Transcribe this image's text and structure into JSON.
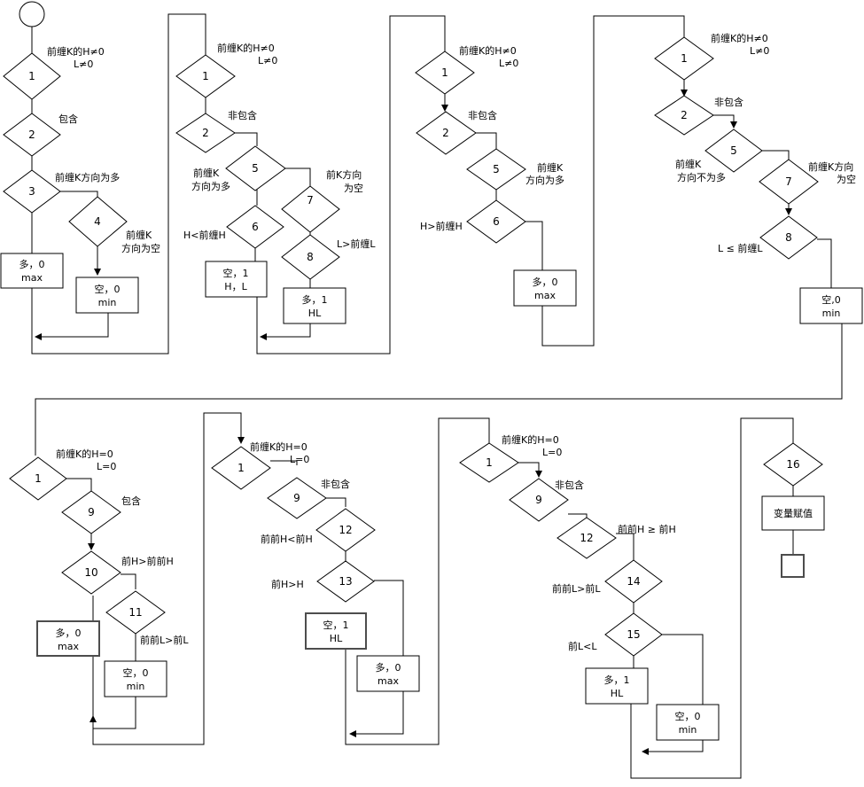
{
  "diagram": {
    "col1": {
      "labels": [
        "前缠K的H≠0",
        "L≠0",
        "包含",
        "前缠K方向为多",
        "前缠K",
        "方向为空"
      ],
      "decisions": [
        "1",
        "2",
        "3",
        "4"
      ],
      "boxes": [
        [
          "多，0",
          "max"
        ],
        [
          "空，0",
          "min"
        ]
      ]
    },
    "col2": {
      "labels": [
        "前缠K的H≠0",
        "L≠0",
        "非包含",
        "前缠K",
        "方向为多",
        "前K方向",
        "为空",
        "H<前缠H",
        "L>前缠L"
      ],
      "decisions": [
        "1",
        "2",
        "5",
        "7",
        "6",
        "8"
      ],
      "boxes": [
        [
          "空，1",
          "H，L"
        ],
        [
          "多，1",
          "HL"
        ]
      ]
    },
    "col3": {
      "labels": [
        "前缠K的H≠0",
        "L≠0",
        "非包含",
        "前缠K",
        "方向为多",
        "H>前缠H"
      ],
      "decisions": [
        "1",
        "2",
        "5",
        "6"
      ],
      "boxes": [
        [
          "多，0",
          "max"
        ]
      ]
    },
    "col4": {
      "labels": [
        "前缠K的H≠0",
        "L≠0",
        "非包含",
        "前缠K",
        "方向不为多",
        "前缠K方向",
        "为空",
        "L ≤ 前缠L"
      ],
      "decisions": [
        "1",
        "2",
        "5",
        "7",
        "8"
      ],
      "boxes": [
        [
          "空,0",
          "min"
        ]
      ]
    },
    "row2col1": {
      "labels": [
        "前缠K的H=0",
        "L=0",
        "包含",
        "前H>前前H",
        "前前L>前L"
      ],
      "decisions": [
        "1",
        "9",
        "10",
        "11"
      ],
      "boxes": [
        [
          "多，0",
          "max"
        ],
        [
          "空，0",
          "min"
        ]
      ]
    },
    "row2col2": {
      "labels": [
        "前缠K的H=0",
        "L=0",
        "非包含",
        "前前H<前H",
        "前H>H"
      ],
      "decisions": [
        "1",
        "9",
        "12",
        "13"
      ],
      "boxes": [
        [
          "空，1",
          "HL"
        ],
        [
          "多，0",
          "max"
        ]
      ]
    },
    "row2col3": {
      "labels": [
        "前缠K的H=0",
        "L=0",
        "非包含",
        "前前H ≥ 前H",
        "前前L>前L",
        "前L<L"
      ],
      "decisions": [
        "1",
        "9",
        "12",
        "14",
        "15"
      ],
      "boxes": [
        [
          "多，1",
          "HL"
        ],
        [
          "空，0",
          "min"
        ]
      ]
    },
    "final": {
      "decisions": [
        "16"
      ],
      "boxes": [
        [
          "变量赋值"
        ]
      ]
    }
  }
}
